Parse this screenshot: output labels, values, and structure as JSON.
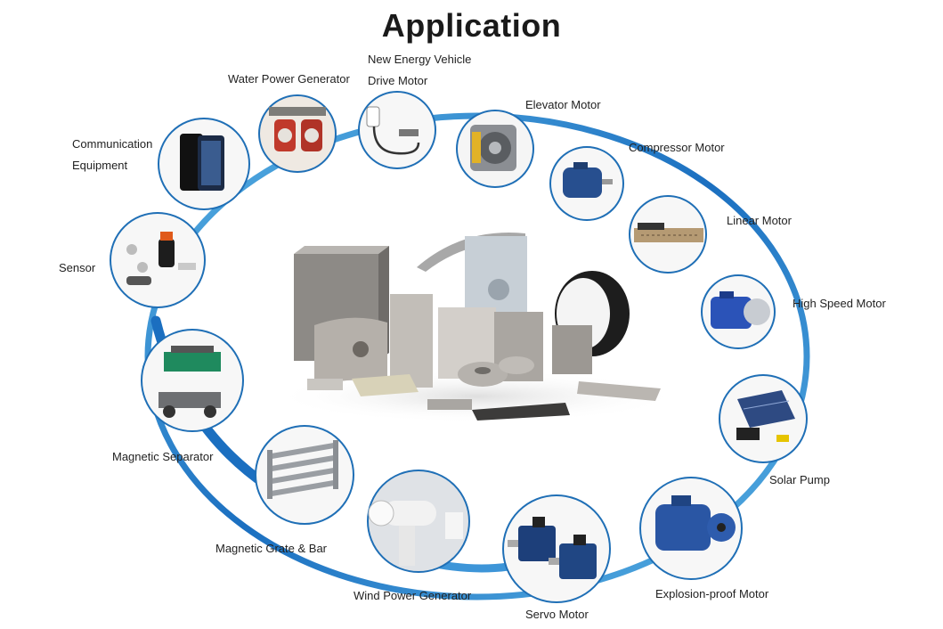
{
  "title": "Application",
  "colors": {
    "ring_dark": "#1b6fc0",
    "ring_light": "#5ab4e6",
    "circle_stroke": "#1f6fb6"
  },
  "center_image": {
    "icon": "magnet-collection-picture"
  },
  "applications": [
    {
      "id": "water-power-generator",
      "label": "Water Power Generator",
      "icon": "hydro-generator-picture"
    },
    {
      "id": "new-energy-vehicle-drive-motor",
      "label": "New Energy Vehicle\nDrive Motor",
      "icon": "ev-charger-picture"
    },
    {
      "id": "elevator-motor",
      "label": "Elevator Motor",
      "icon": "elevator-motor-picture"
    },
    {
      "id": "compressor-motor",
      "label": "Compressor Motor",
      "icon": "compressor-motor-picture"
    },
    {
      "id": "linear-motor",
      "label": "Linear Motor",
      "icon": "linear-motor-picture"
    },
    {
      "id": "high-speed-motor",
      "label": "High Speed Motor",
      "icon": "high-speed-motor-picture"
    },
    {
      "id": "solar-pump",
      "label": "Solar Pump",
      "icon": "solar-pump-picture"
    },
    {
      "id": "explosion-proof-motor",
      "label": "Explosion-proof Motor",
      "icon": "explosion-proof-motor-picture"
    },
    {
      "id": "servo-motor",
      "label": "Servo Motor",
      "icon": "servo-motor-picture"
    },
    {
      "id": "wind-power-generator",
      "label": "Wind Power Generator",
      "icon": "wind-turbine-picture"
    },
    {
      "id": "magnetic-grate-bar",
      "label": "Magnetic Grate & Bar",
      "icon": "magnetic-grate-picture"
    },
    {
      "id": "magnetic-separator",
      "label": "Magnetic Separator",
      "icon": "magnetic-separator-picture"
    },
    {
      "id": "sensor",
      "label": "Sensor",
      "icon": "sensor-picture"
    },
    {
      "id": "communication-equipment",
      "label": "Communication\nEquipment",
      "icon": "smartphone-5g-picture"
    }
  ]
}
